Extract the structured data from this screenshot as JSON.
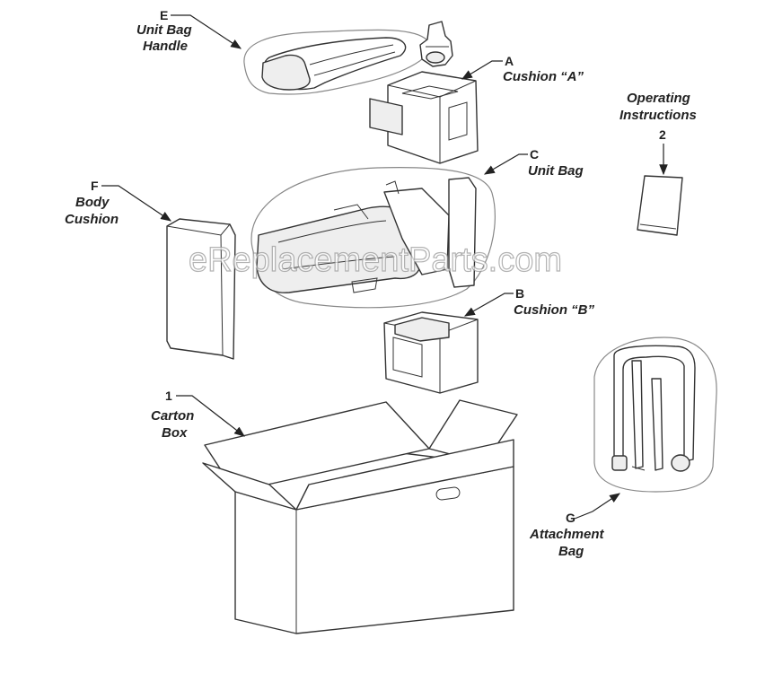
{
  "watermark": "eReplacementParts.com",
  "parts": {
    "E": {
      "letter": "E",
      "name_line1": "Unit Bag",
      "name_line2": "Handle"
    },
    "A": {
      "letter": "A",
      "name_line1": "Cushion “A”"
    },
    "op": {
      "name_line1": "Operating",
      "name_line2": "Instructions",
      "number": "2"
    },
    "C": {
      "letter": "C",
      "name_line1": "Unit Bag"
    },
    "F": {
      "letter": "F",
      "name_line1": "Body",
      "name_line2": "Cushion"
    },
    "B": {
      "letter": "B",
      "name_line1": "Cushion “B”"
    },
    "box": {
      "number": "1",
      "name_line1": "Carton",
      "name_line2": "Box"
    },
    "G": {
      "letter": "G",
      "name_line1": "Attachment",
      "name_line2": "Bag"
    }
  }
}
